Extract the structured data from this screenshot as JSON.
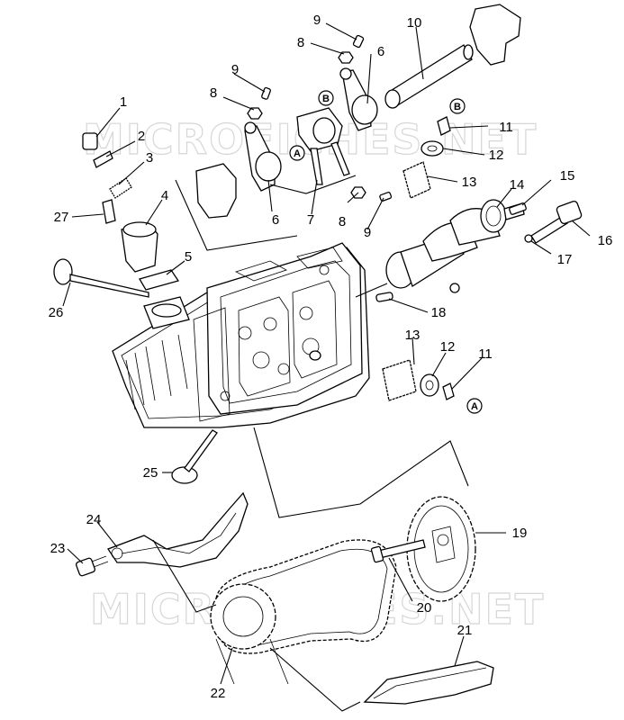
{
  "watermark": {
    "text_top": "MICROFICHES.NET",
    "text_bottom": "MICROFICHES.NET"
  },
  "callouts": [
    {
      "id": "1",
      "label": "1"
    },
    {
      "id": "2",
      "label": "2"
    },
    {
      "id": "3",
      "label": "3"
    },
    {
      "id": "4",
      "label": "4"
    },
    {
      "id": "5",
      "label": "5"
    },
    {
      "id": "6a",
      "label": "6"
    },
    {
      "id": "6b",
      "label": "6"
    },
    {
      "id": "7",
      "label": "7"
    },
    {
      "id": "8a",
      "label": "8"
    },
    {
      "id": "8b",
      "label": "8"
    },
    {
      "id": "8c",
      "label": "8"
    },
    {
      "id": "9a",
      "label": "9"
    },
    {
      "id": "9b",
      "label": "9"
    },
    {
      "id": "9c",
      "label": "9"
    },
    {
      "id": "10",
      "label": "10"
    },
    {
      "id": "11a",
      "label": "11"
    },
    {
      "id": "11b",
      "label": "11"
    },
    {
      "id": "12a",
      "label": "12"
    },
    {
      "id": "12b",
      "label": "12"
    },
    {
      "id": "13a",
      "label": "13"
    },
    {
      "id": "13b",
      "label": "13"
    },
    {
      "id": "14",
      "label": "14"
    },
    {
      "id": "15",
      "label": "15"
    },
    {
      "id": "16",
      "label": "16"
    },
    {
      "id": "17",
      "label": "17"
    },
    {
      "id": "18",
      "label": "18"
    },
    {
      "id": "19",
      "label": "19"
    },
    {
      "id": "20",
      "label": "20"
    },
    {
      "id": "21",
      "label": "21"
    },
    {
      "id": "22",
      "label": "22"
    },
    {
      "id": "23",
      "label": "23"
    },
    {
      "id": "24",
      "label": "24"
    },
    {
      "id": "25",
      "label": "25"
    },
    {
      "id": "26",
      "label": "26"
    },
    {
      "id": "27",
      "label": "27"
    }
  ],
  "reference_markers": [
    {
      "id": "A1",
      "label": "A"
    },
    {
      "id": "A2",
      "label": "A"
    },
    {
      "id": "B1",
      "label": "B"
    },
    {
      "id": "B2",
      "label": "B"
    }
  ]
}
